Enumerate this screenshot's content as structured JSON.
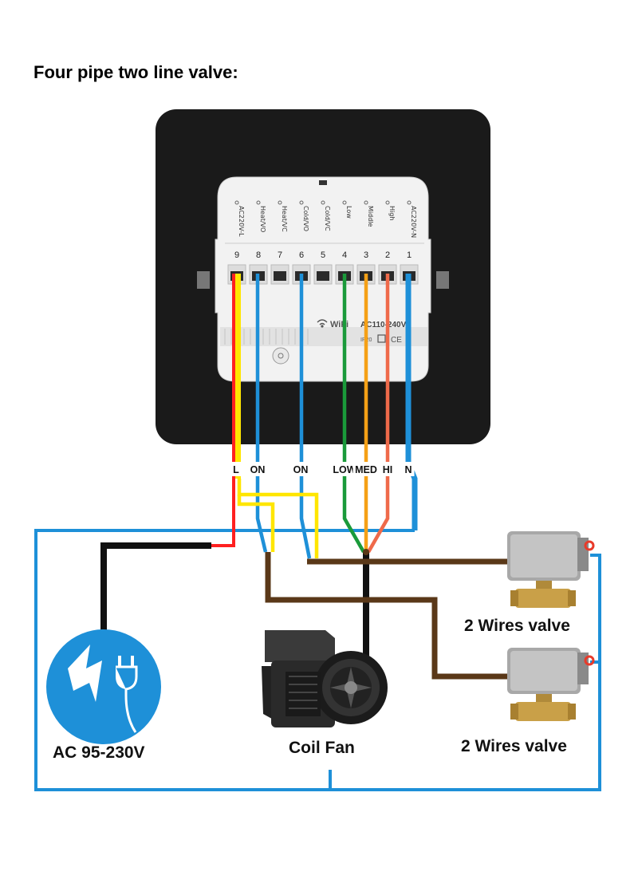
{
  "title": "Four pipe two line valve:",
  "colors": {
    "live": "#ff2020",
    "yellow": "#ffe600",
    "blue": "#1e90d8",
    "green": "#1a9a3a",
    "orange": "#f5a016",
    "salmon": "#ef6a4a",
    "brown": "#5a3818",
    "black": "#111111",
    "housing": "#1a1a1a"
  },
  "terminal_labels": [
    "AC220V-L",
    "Heat/VO",
    "Heat/VC",
    "Cold/VO",
    "Cold/VC",
    "Low",
    "Middle",
    "High",
    "AC220V-N"
  ],
  "terminal_numbers": [
    "9",
    "8",
    "7",
    "6",
    "5",
    "4",
    "3",
    "2",
    "1"
  ],
  "module_text": {
    "wifi": "WiFi",
    "rating": "AC110-240V",
    "ip": "IP20",
    "ce": "CE"
  },
  "wire_labels": [
    "L",
    "ON",
    "ON",
    "LOW",
    "MED",
    "HI",
    "N"
  ],
  "components": {
    "power": "AC 95-230V",
    "fan": "Coil Fan",
    "valve_top": "2 Wires valve",
    "valve_bottom": "2 Wires valve"
  }
}
